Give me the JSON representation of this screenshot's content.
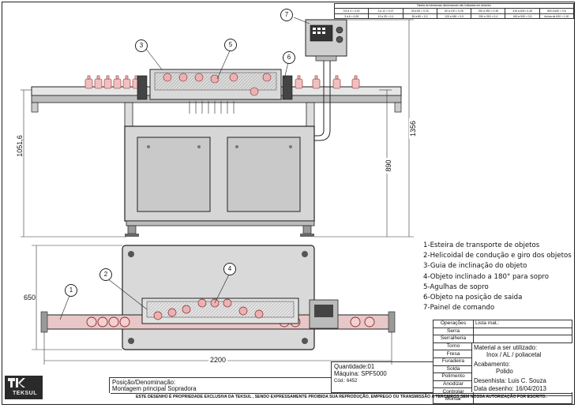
{
  "tolerance_table": {
    "title": "Tabela de tolerâncias dimensionais não indicadas em desenho",
    "row1": [
      "0,5 a 3 = 0,02",
      "3 a 12 = 0,07",
      "30 a 60 = 0,15",
      "60 a 120 = 0,25",
      "190 a 250 = 0,35",
      "315 a 400= 0,45",
      "500 a 630 = 0,6"
    ],
    "row2": [
      "3 a 6 = 0,05",
      "12 a 30 = 0,1",
      "50 a 80 = 0,2",
      "120 a 180 = 0,3",
      "250 a 315 = 0,4",
      "400 a 500 = 0,5",
      "Acima de 630 = 1,00"
    ]
  },
  "dimensions": {
    "machine_height": "1356",
    "conveyor_height": "1051,6",
    "cabinet_height": "890",
    "top_view_width": "650",
    "overall_length": "2200"
  },
  "balloons": {
    "b1": "1",
    "b2": "2",
    "b3": "3",
    "b4": "4",
    "b5": "5",
    "b6": "6",
    "b7": "7"
  },
  "legend": [
    "1-Esteira de transporte de objetos",
    "2-Helicoidal de condução e giro dos objetos",
    "3-Guia de inclinação do objeto",
    "4-Objeto inclinado a 180° para sopro",
    "5-Agulhas de sopro",
    "6-Objeto na posição de saida",
    "7-Painel de comando"
  ],
  "title_block": {
    "operations_label": "Operações",
    "list_label": "Lista mat.:",
    "operations": [
      "Serra",
      "Serralheria",
      "Torno",
      "Fresa",
      "Furadeira",
      "Solda",
      "Polimento",
      "Anodizar",
      "Controlar",
      "Montar"
    ],
    "material_label": "Material a ser utilizado:",
    "material_value": "Inox / AL / poliacetal",
    "finish_label": "Acabamento:",
    "finish_value": "Polido",
    "drafter": "Desenhista: Luis C. Souza",
    "date": "Data desenho: 16/04/2013",
    "quantity": "Quantidade:01",
    "machine": "Máquina: SPF5000",
    "code": "Cód.: 6452",
    "position_label": "Posição/Denominação:",
    "position_value": "Montagem principal Sopradora",
    "footer": "ESTE DESENHO É PROPRIEDADE EXCLUSIVA DA TEKSUL , SENDO EXPRESSAMENTE PROIBIDA SUA REPRODUÇÃO, EMPREGO OU TRANSMISSÃO A TERCEIROS SEM NOSSA AUTORIZAÇÃO POR ESCRITO.",
    "logo_text": "TEKSUL"
  }
}
